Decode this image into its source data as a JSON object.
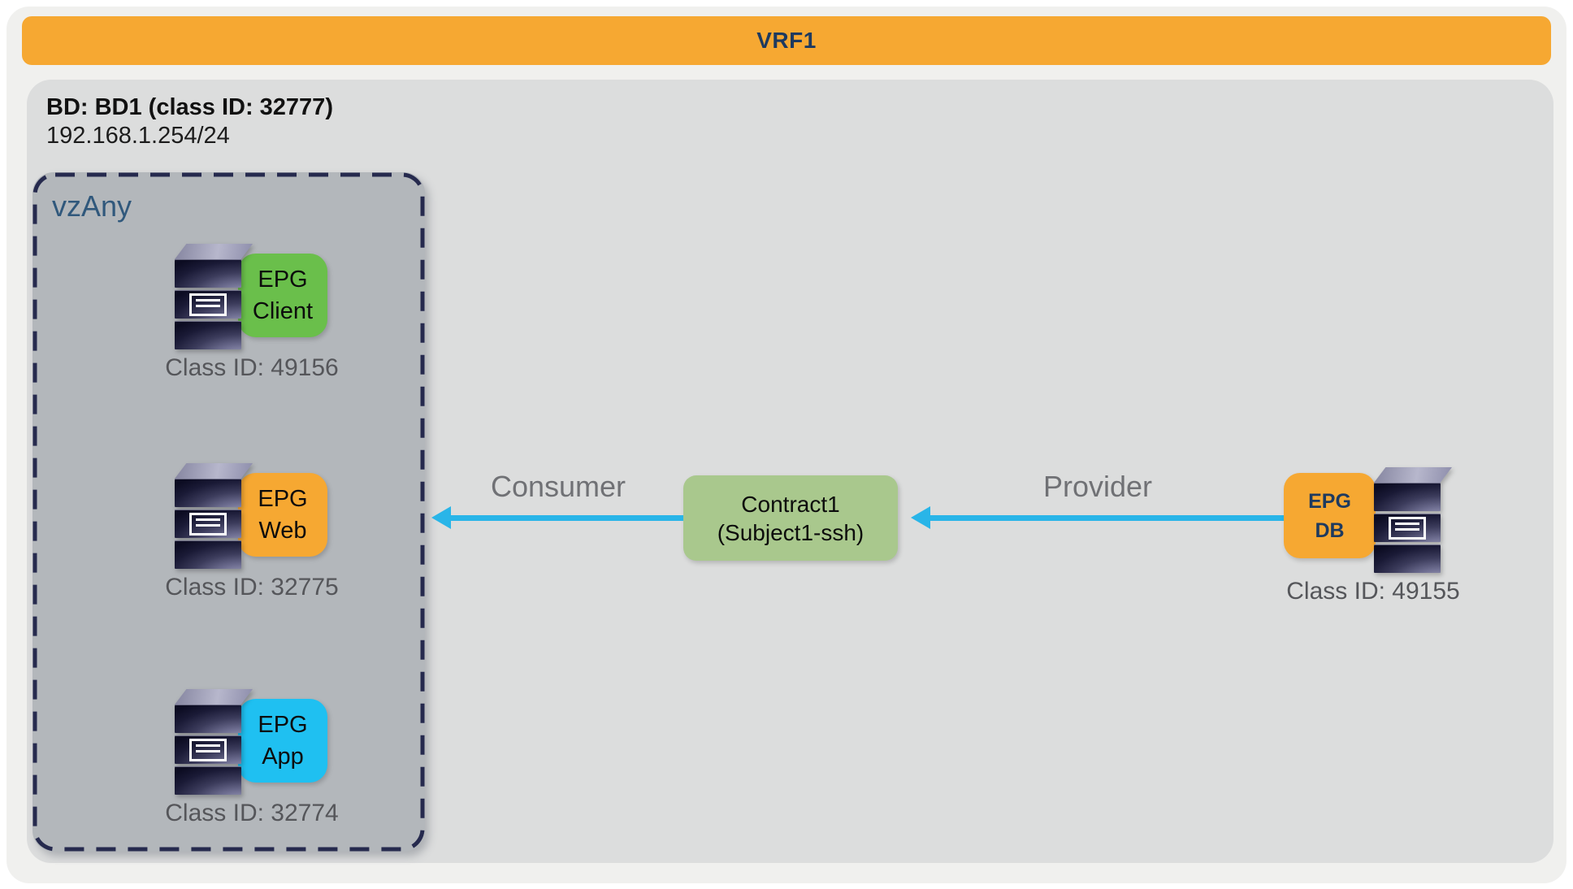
{
  "vrf": {
    "label": "VRF1"
  },
  "bd": {
    "title": "BD: BD1 (class ID: 32777)",
    "subnet": "192.168.1.254/24"
  },
  "vzany": {
    "label": "vzAny"
  },
  "epgs": [
    {
      "id": "client",
      "line1": "EPG",
      "line2": "Client",
      "class_id": "Class ID: 49156",
      "color": "#6abf4b"
    },
    {
      "id": "web",
      "line1": "EPG",
      "line2": "Web",
      "class_id": "Class ID: 32775",
      "color": "#f6a832"
    },
    {
      "id": "app",
      "line1": "EPG",
      "line2": "App",
      "class_id": "Class ID: 32774",
      "color": "#1fc0f1"
    },
    {
      "id": "db",
      "line1": "EPG",
      "line2": "DB",
      "class_id": "Class ID: 49155",
      "color": "#f6a832"
    }
  ],
  "contract": {
    "line1": "Contract1",
    "line2": "(Subject1-ssh)",
    "color": "#a9c88d"
  },
  "edges": {
    "consumer_label": "Consumer",
    "provider_label": "Provider",
    "arrow_color": "#29b5e8"
  },
  "colors": {
    "banner": "#f6a832",
    "outer_fill": "#f0f0ee",
    "bd_fill": "#dcdddd",
    "vzany_fill": "#b3b7bb",
    "vzany_border": "#262a4e",
    "navy_text": "#1e3a5f"
  }
}
